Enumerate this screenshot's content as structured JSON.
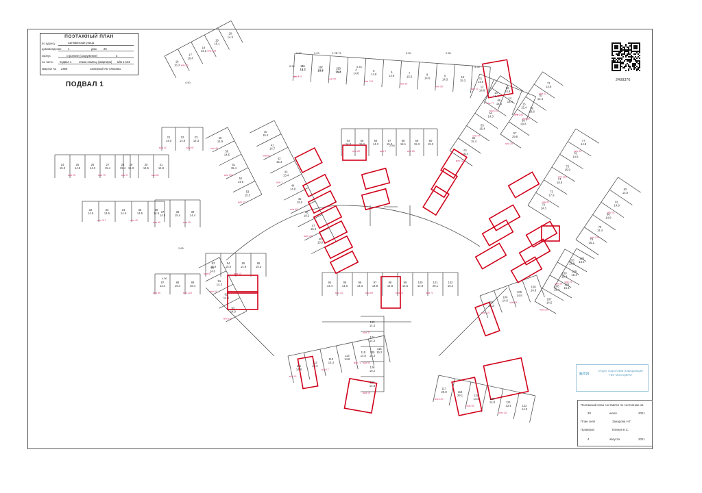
{
  "title_block": {
    "title": "ПОЭТАЖНЫЙ ПЛАН",
    "address_label": "по адресу",
    "street": "Синявинская улица",
    "house_label": "домовладение",
    "house_no": "1",
    "dom_label": "дом",
    "dom_no": "26",
    "korpus_label": "корпус",
    "stroenie_label": "строение (сооружение)",
    "stroenie_no": "3",
    "floor_label": "на часть",
    "floor_value": "подвал 1",
    "premises_label": "этажа помещ. (квартира)",
    "premises_value": "м/м 1-133",
    "kvartal_label": "квартал №",
    "kvartal_no": "2460",
    "district": "Северный АО г.Москвы"
  },
  "floor_label": "ПОДВАЛ 1",
  "doc_number": "2408376",
  "stamp": {
    "logo": "БТИ",
    "text": "Отдел подготовки информации ГБУ МосгорБТИ"
  },
  "certification": {
    "line1": "Поэтажный план составлен по состоянию на",
    "day1": "30",
    "month1": "июля",
    "year1": "2021",
    "plan_label": "План снял",
    "plan_name": "Захарова Н.Г.",
    "check_label": "Проверил",
    "check_name": "Клинов К.С.",
    "day2": "4",
    "month2": "августа",
    "year2": "2021"
  },
  "colors": {
    "line": "#555555",
    "highlight": "#d0021b",
    "label_pink": "#d6467a",
    "dim": "#333333"
  },
  "spots": [
    {
      "n": "1",
      "a": "14.3"
    },
    {
      "n": "2",
      "a": "14.8"
    },
    {
      "n": "3",
      "a": "14.8"
    },
    {
      "n": "4",
      "a": "14.8"
    },
    {
      "n": "5",
      "a": "14.8"
    },
    {
      "n": "6",
      "a": "14.8"
    },
    {
      "n": "7",
      "a": "15.0"
    },
    {
      "n": "8",
      "a": "14.6"
    },
    {
      "n": "9",
      "a": "14.3"
    },
    {
      "n": "10",
      "a": "15.3"
    },
    {
      "n": "11",
      "a": "14.9"
    },
    {
      "n": "12",
      "a": "14.8"
    },
    {
      "n": "13",
      "a": "16.7"
    },
    {
      "n": "14",
      "a": "16.4"
    },
    {
      "n": "15",
      "a": "15.4"
    },
    {
      "n": "16",
      "a": "16.3"
    },
    {
      "n": "17",
      "a": "16.4"
    },
    {
      "n": "18",
      "a": "13.2"
    },
    {
      "n": "19",
      "a": "15.1"
    },
    {
      "n": "20",
      "a": "14.9"
    },
    {
      "n": "21",
      "a": "14.0"
    },
    {
      "n": "22",
      "a": "14.8"
    },
    {
      "n": "23",
      "a": "14.3"
    },
    {
      "n": "24",
      "a": "15.3"
    },
    {
      "n": "25",
      "a": "14.8"
    },
    {
      "n": "26",
      "a": "14.3"
    },
    {
      "n": "27",
      "a": "15.4"
    },
    {
      "n": "28",
      "a": "15.4"
    },
    {
      "n": "29",
      "a": "15.3"
    },
    {
      "n": "30",
      "a": "14.5"
    },
    {
      "n": "31",
      "a": "14.8"
    },
    {
      "n": "32",
      "a": "14.5"
    },
    {
      "n": "33",
      "a": "14.5"
    },
    {
      "n": "34",
      "a": "14.5"
    },
    {
      "n": "35",
      "a": "14.5"
    },
    {
      "n": "36",
      "a": "14.5"
    },
    {
      "n": "37",
      "a": "14.5"
    },
    {
      "n": "38",
      "a": "15.4"
    },
    {
      "n": "39",
      "a": "14.4"
    },
    {
      "n": "40",
      "a": "15.4"
    },
    {
      "n": "41",
      "a": "14.7"
    },
    {
      "n": "42",
      "a": "15.4"
    },
    {
      "n": "43",
      "a": "13.4"
    },
    {
      "n": "44",
      "a": "14.8"
    },
    {
      "n": "45",
      "a": "18.0"
    },
    {
      "n": "46",
      "a": "18.2"
    },
    {
      "n": "47",
      "a": "15.4"
    },
    {
      "n": "48",
      "a": "15.0"
    },
    {
      "n": "49",
      "a": "14.9"
    },
    {
      "n": "50",
      "a": "14.5"
    },
    {
      "n": "51",
      "a": "15.4"
    },
    {
      "n": "52",
      "a": "14.9"
    },
    {
      "n": "53",
      "a": "15.3"
    },
    {
      "n": "54",
      "a": "14.3"
    },
    {
      "n": "55",
      "a": "15.2"
    },
    {
      "n": "56",
      "a": "14.3"
    },
    {
      "n": "57",
      "a": "15.3"
    },
    {
      "n": "58",
      "a": "15.1"
    },
    {
      "n": "59",
      "a": "15.3"
    },
    {
      "n": "60",
      "a": "15.3"
    },
    {
      "n": "61",
      "a": "15.4"
    },
    {
      "n": "62",
      "a": "15.4"
    },
    {
      "n": "63",
      "a": "15.4"
    },
    {
      "n": "64",
      "a": "14.3"
    },
    {
      "n": "65",
      "a": "14.8"
    },
    {
      "n": "66",
      "a": "14.8"
    },
    {
      "n": "67",
      "a": "29.8"
    },
    {
      "n": "68",
      "a": "29.8"
    },
    {
      "n": "69",
      "a": "29.8"
    },
    {
      "n": "70",
      "a": "14.4"
    },
    {
      "n": "71",
      "a": "14.8"
    },
    {
      "n": "72",
      "a": "14.3"
    },
    {
      "n": "73",
      "a": "17.9"
    },
    {
      "n": "74",
      "a": "18.8"
    },
    {
      "n": "75",
      "a": "15.9"
    },
    {
      "n": "76",
      "a": "14.8"
    },
    {
      "n": "77",
      "a": "14.8"
    },
    {
      "n": "78",
      "a": "15.2"
    },
    {
      "n": "79",
      "a": "14.4"
    },
    {
      "n": "80",
      "a": "14.9"
    },
    {
      "n": "81",
      "a": "14.8"
    },
    {
      "n": "82",
      "a": "14.8"
    },
    {
      "n": "83",
      "a": "15.9"
    },
    {
      "n": "84",
      "a": "15.0"
    },
    {
      "n": "85",
      "a": "14.9"
    },
    {
      "n": "86",
      "a": "15.3"
    },
    {
      "n": "87",
      "a": "13.4"
    },
    {
      "n": "88",
      "a": "15.4"
    },
    {
      "n": "89",
      "a": "15.4"
    },
    {
      "n": "90",
      "a": "14.0"
    },
    {
      "n": "91",
      "a": "14.3"
    },
    {
      "n": "92",
      "a": "14.4"
    },
    {
      "n": "93",
      "a": "14.9"
    },
    {
      "n": "94",
      "a": "14.4"
    },
    {
      "n": "95",
      "a": "14.0"
    },
    {
      "n": "96",
      "a": "14.3"
    },
    {
      "n": "97",
      "a": "14.8"
    },
    {
      "n": "98",
      "a": "14.8"
    },
    {
      "n": "99",
      "a": "14.5"
    },
    {
      "n": "100",
      "a": "14.8"
    },
    {
      "n": "101",
      "a": "28.1"
    },
    {
      "n": "102",
      "a": "15.4"
    },
    {
      "n": "103",
      "a": "14.3"
    },
    {
      "n": "104",
      "a": "14.8"
    },
    {
      "n": "105",
      "a": "14.8"
    },
    {
      "n": "106",
      "a": "14.8"
    },
    {
      "n": "107",
      "a": "14.5"
    },
    {
      "n": "108",
      "a": "15.4"
    },
    {
      "n": "109",
      "a": "15.4"
    },
    {
      "n": "110",
      "a": "14.8"
    },
    {
      "n": "111",
      "a": "14.8"
    },
    {
      "n": "112",
      "a": "14.3"
    },
    {
      "n": "113",
      "a": "14.3"
    },
    {
      "n": "114",
      "a": "14.8"
    },
    {
      "n": "115",
      "a": "14.8"
    },
    {
      "n": "116",
      "a": "15.2"
    },
    {
      "n": "117",
      "a": "29.8"
    },
    {
      "n": "118",
      "a": "29.1"
    },
    {
      "n": "119",
      "a": "14.3"
    },
    {
      "n": "120",
      "a": "14.8"
    },
    {
      "n": "121",
      "a": "13.4"
    },
    {
      "n": "122",
      "a": "14.9"
    },
    {
      "n": "123",
      "a": "14.3"
    },
    {
      "n": "124",
      "a": "14.3"
    },
    {
      "n": "125",
      "a": "15.3"
    },
    {
      "n": "126",
      "a": "15.2"
    },
    {
      "n": "127",
      "a": "14.8"
    },
    {
      "n": "128",
      "a": "15.4"
    },
    {
      "n": "129",
      "a": "15.4"
    },
    {
      "n": "130",
      "a": "15.4"
    },
    {
      "n": "131",
      "a": "15.3"
    },
    {
      "n": "132",
      "a": "16.4"
    },
    {
      "n": "133",
      "a": "15.4"
    }
  ],
  "dimensions": [
    "2.90",
    "3.03",
    "2.70",
    "2.75",
    "5.45",
    "5.50",
    "2.85",
    "5.90",
    "2.80",
    "4.90",
    "4.50",
    "2.65",
    "3.30"
  ]
}
